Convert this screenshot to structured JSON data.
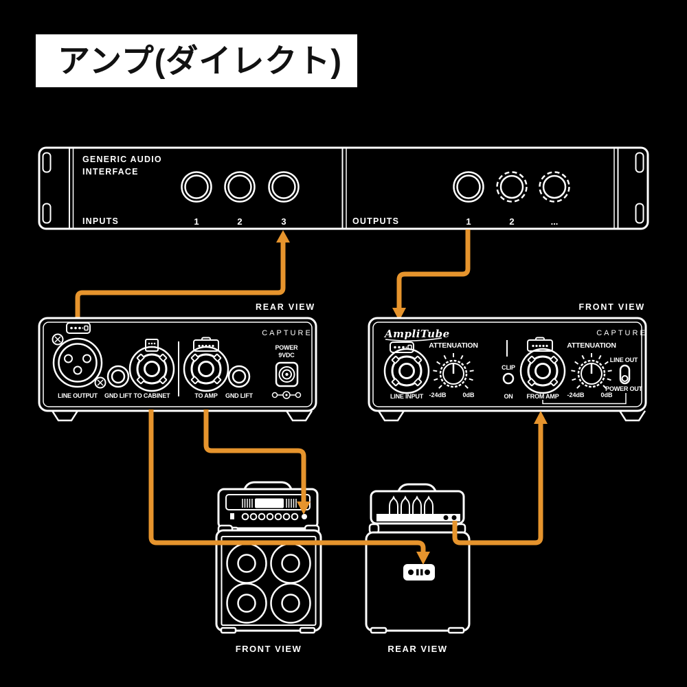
{
  "colors": {
    "background": "#000000",
    "line_art": "#FFFFFF",
    "cable_orange": "#E6942D",
    "title_text": "#111111",
    "title_box": "#FFFFFF"
  },
  "title": {
    "text": "アンプ(ダイレクト)"
  },
  "audio_interface": {
    "name_line1": "GENERIC AUDIO",
    "name_line2": "INTERFACE",
    "inputs_label": "INPUTS",
    "outputs_label": "OUTPUTS",
    "input_knob_labels": [
      "1",
      "2",
      "3"
    ],
    "output_knob_labels": [
      "1",
      "2",
      "..."
    ]
  },
  "capture_rear": {
    "view_label": "REAR VIEW",
    "brand": "CAPTURE",
    "labels": {
      "line_output": "LINE OUTPUT",
      "gnd_lift_left": "GND LIFT",
      "to_cabinet": "TO CABINET",
      "to_amp": "TO AMP",
      "gnd_lift_right": "GND LIFT",
      "power_line1": "POWER",
      "power_line2": "9VDC"
    }
  },
  "capture_front": {
    "view_label": "FRONT VIEW",
    "logo": "AmpliTube",
    "brand": "CAPTURE",
    "labels": {
      "line_input": "LINE INPUT",
      "attenuation_left": "ATTENUATION",
      "att_left_min": "-24dB",
      "att_left_max": "0dB",
      "clip": "CLIP",
      "on": "ON",
      "from_amp": "FROM AMP",
      "attenuation_right": "ATTENUATION",
      "att_right_min": "-24dB",
      "att_right_max": "0dB",
      "line_out": "LINE OUT",
      "power_out": "POWER OUT"
    }
  },
  "amp_stack_front": {
    "view_label": "FRONT VIEW"
  },
  "amp_stack_rear": {
    "view_label": "REAR VIEW"
  }
}
